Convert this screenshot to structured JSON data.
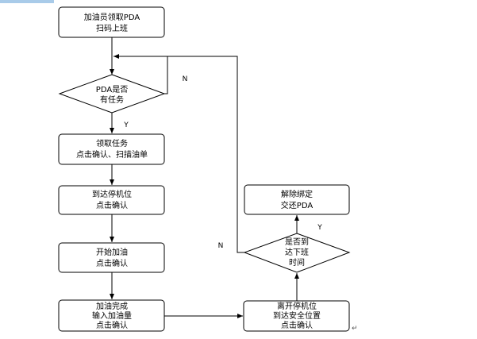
{
  "nodes": {
    "scan_start": {
      "lines": [
        "加油员领取PDA",
        "扫码上班"
      ]
    },
    "has_task": {
      "lines": [
        "PDA是否",
        "有任务"
      ]
    },
    "receive": {
      "lines": [
        "领取任务",
        "点击确认、扫描油单"
      ]
    },
    "arrive": {
      "lines": [
        "到达停机位",
        "点击确认"
      ]
    },
    "start_fuel": {
      "lines": [
        "开始加油",
        "点击确认"
      ]
    },
    "finish": {
      "lines": [
        "加油完成",
        "输入加油量",
        "点击确认"
      ]
    },
    "leave": {
      "lines": [
        "离开停机位",
        "到达安全位置",
        "点击确认"
      ]
    },
    "off_time": {
      "lines": [
        "是否到",
        "达下班",
        "时间"
      ]
    },
    "unbind": {
      "lines": [
        "解除绑定",
        "交还PDA"
      ]
    }
  },
  "edges": {
    "has_task_no": "N",
    "has_task_yes": "Y",
    "off_time_no": "N",
    "off_time_yes": "Y"
  },
  "paragraph_mark": "↵",
  "colors": {
    "stroke": "#000000",
    "fill": "#ffffff",
    "selection_bar": "#a9cbe9"
  }
}
